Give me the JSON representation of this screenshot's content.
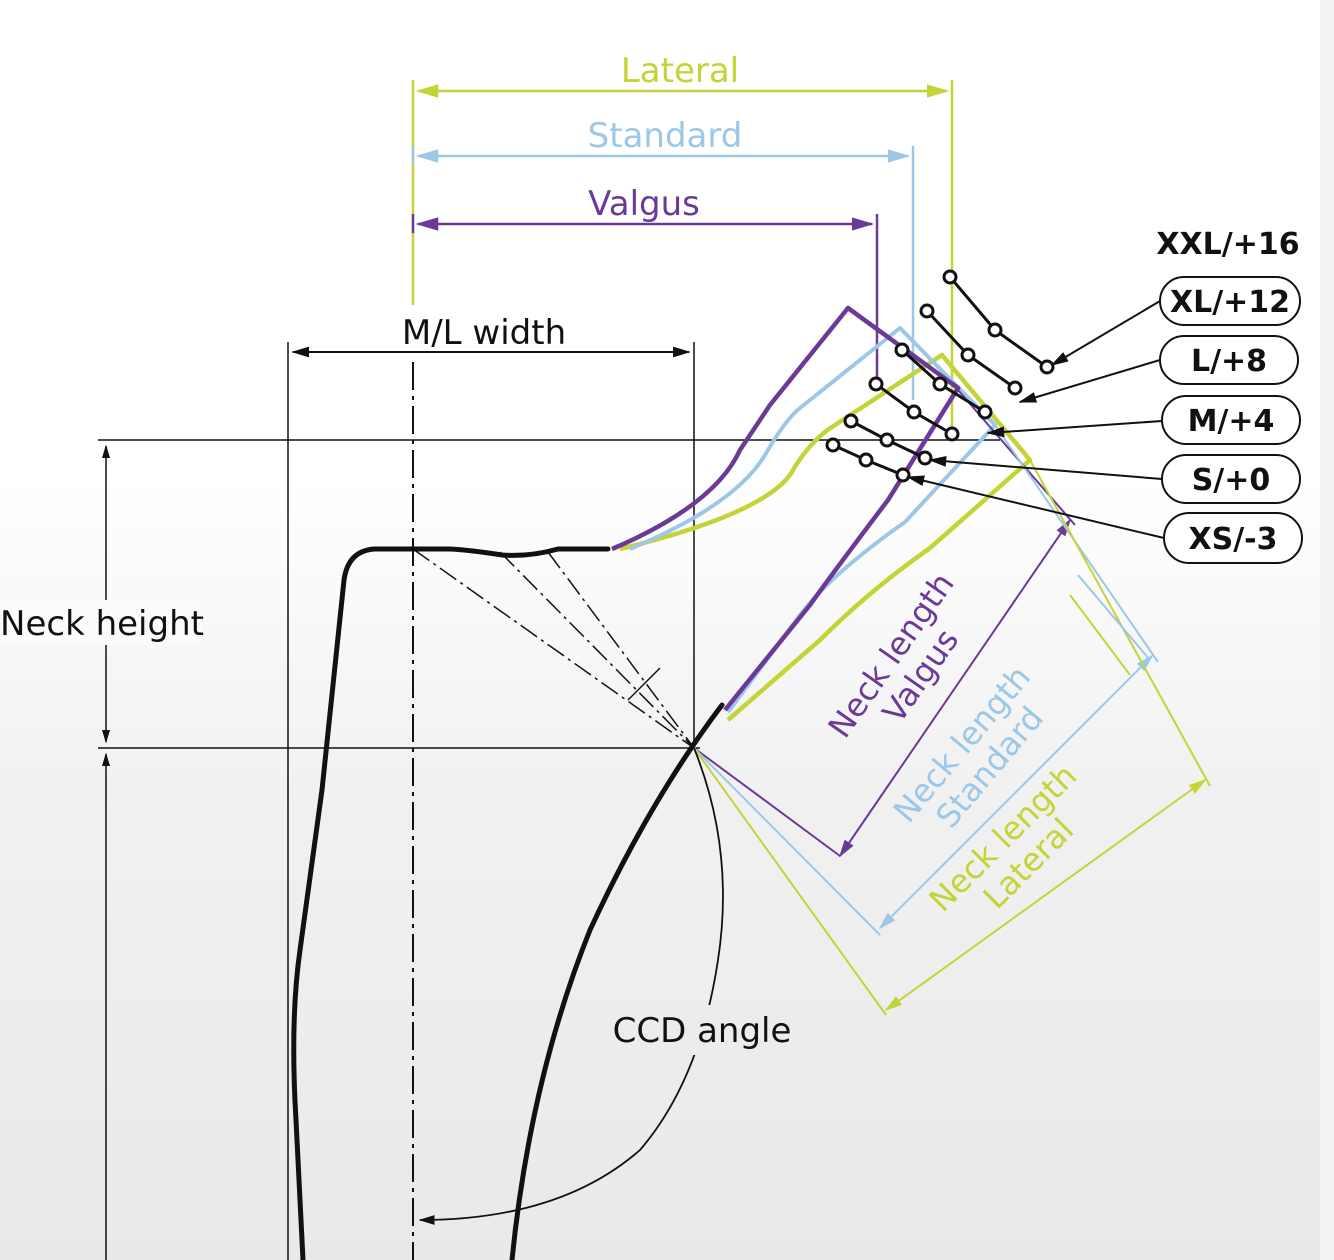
{
  "colors": {
    "valgus": "#6b3a96",
    "standard": "#9cc7e6",
    "lateral": "#c4d436",
    "line": "#111111"
  },
  "labels": {
    "lateral": "Lateral",
    "standard": "Standard",
    "valgus": "Valgus",
    "ml_width": "M/L width",
    "neck_height": "Neck height",
    "ccd_angle": "CCD angle",
    "neck_length_valgus_1": "Neck length",
    "neck_length_valgus_2": "Valgus",
    "neck_length_standard_1": "Neck length",
    "neck_length_standard_2": "Standard",
    "neck_length_lateral_1": "Neck length",
    "neck_length_lateral_2": "Lateral"
  },
  "sizes": {
    "top": "XXL/+16",
    "items": [
      "XL/+12",
      "L/+8",
      "M/+4",
      "S/+0",
      "XS/-3"
    ]
  }
}
